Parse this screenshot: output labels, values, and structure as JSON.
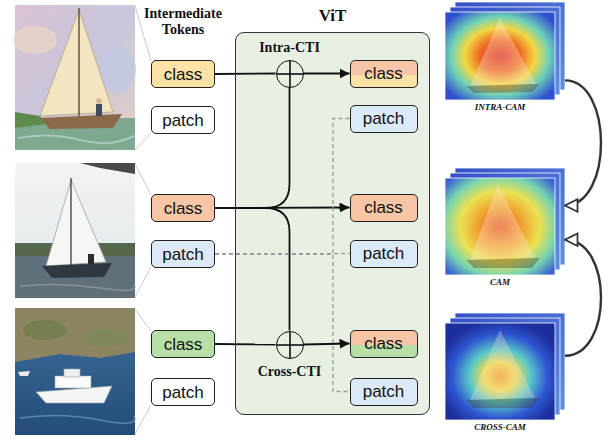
{
  "diagram": {
    "nodes": [
      {
        "text": [
          "ViT"
        ]
      },
      {
        "text": [
          "class"
        ]
      },
      {
        "text": [
          "patch"
        ]
      },
      {
        "text": [
          "class"
        ]
      },
      {
        "text": [
          "patch"
        ]
      },
      {
        "text": [
          "class"
        ]
      },
      {
        "text": [
          "patch"
        ]
      },
      {
        "text": [
          "Intra-CTI"
        ],
        "in": 0
      },
      {
        "text": [
          "Cross-CTI"
        ],
        "in": 0
      },
      {
        "text": [
          "class"
        ],
        "in": 0
      },
      {
        "text": [
          "patch"
        ],
        "in": 0
      },
      {
        "text": [
          "class"
        ],
        "in": 0
      },
      {
        "text": [
          "patch"
        ],
        "in": 0
      },
      {
        "text": [
          "class"
        ],
        "in": 0
      },
      {
        "text": [
          "patch"
        ],
        "in": 0
      },
      {
        "text": [
          "INTRA-CAM"
        ]
      },
      {
        "text": [
          "CAM"
        ]
      },
      {
        "text": [
          "CROSS-CAM"
        ]
      }
    ],
    "edges": [
      {
        "from": 1,
        "to": 7,
        "arrow": "none"
      },
      {
        "from": 7,
        "to": 9,
        "arrow": "to"
      },
      {
        "from": 3,
        "to": 11,
        "arrow": "to"
      },
      {
        "from": 3,
        "to": 7,
        "arrow": "none"
      },
      {
        "from": 3,
        "to": 8,
        "arrow": "none"
      },
      {
        "from": 5,
        "to": 8,
        "arrow": "none"
      },
      {
        "from": 8,
        "to": 13,
        "arrow": "to"
      },
      {
        "from": 4,
        "to": 10,
        "arrow": "none"
      },
      {
        "from": 4,
        "to": 12,
        "arrow": "none"
      },
      {
        "from": 4,
        "to": 14,
        "arrow": "none"
      },
      {
        "from": 15,
        "to": 16,
        "arrow": "to"
      },
      {
        "from": 17,
        "to": 16,
        "arrow": "to"
      }
    ],
    "labels": [
      "Intermediate Tokens"
    ]
  }
}
